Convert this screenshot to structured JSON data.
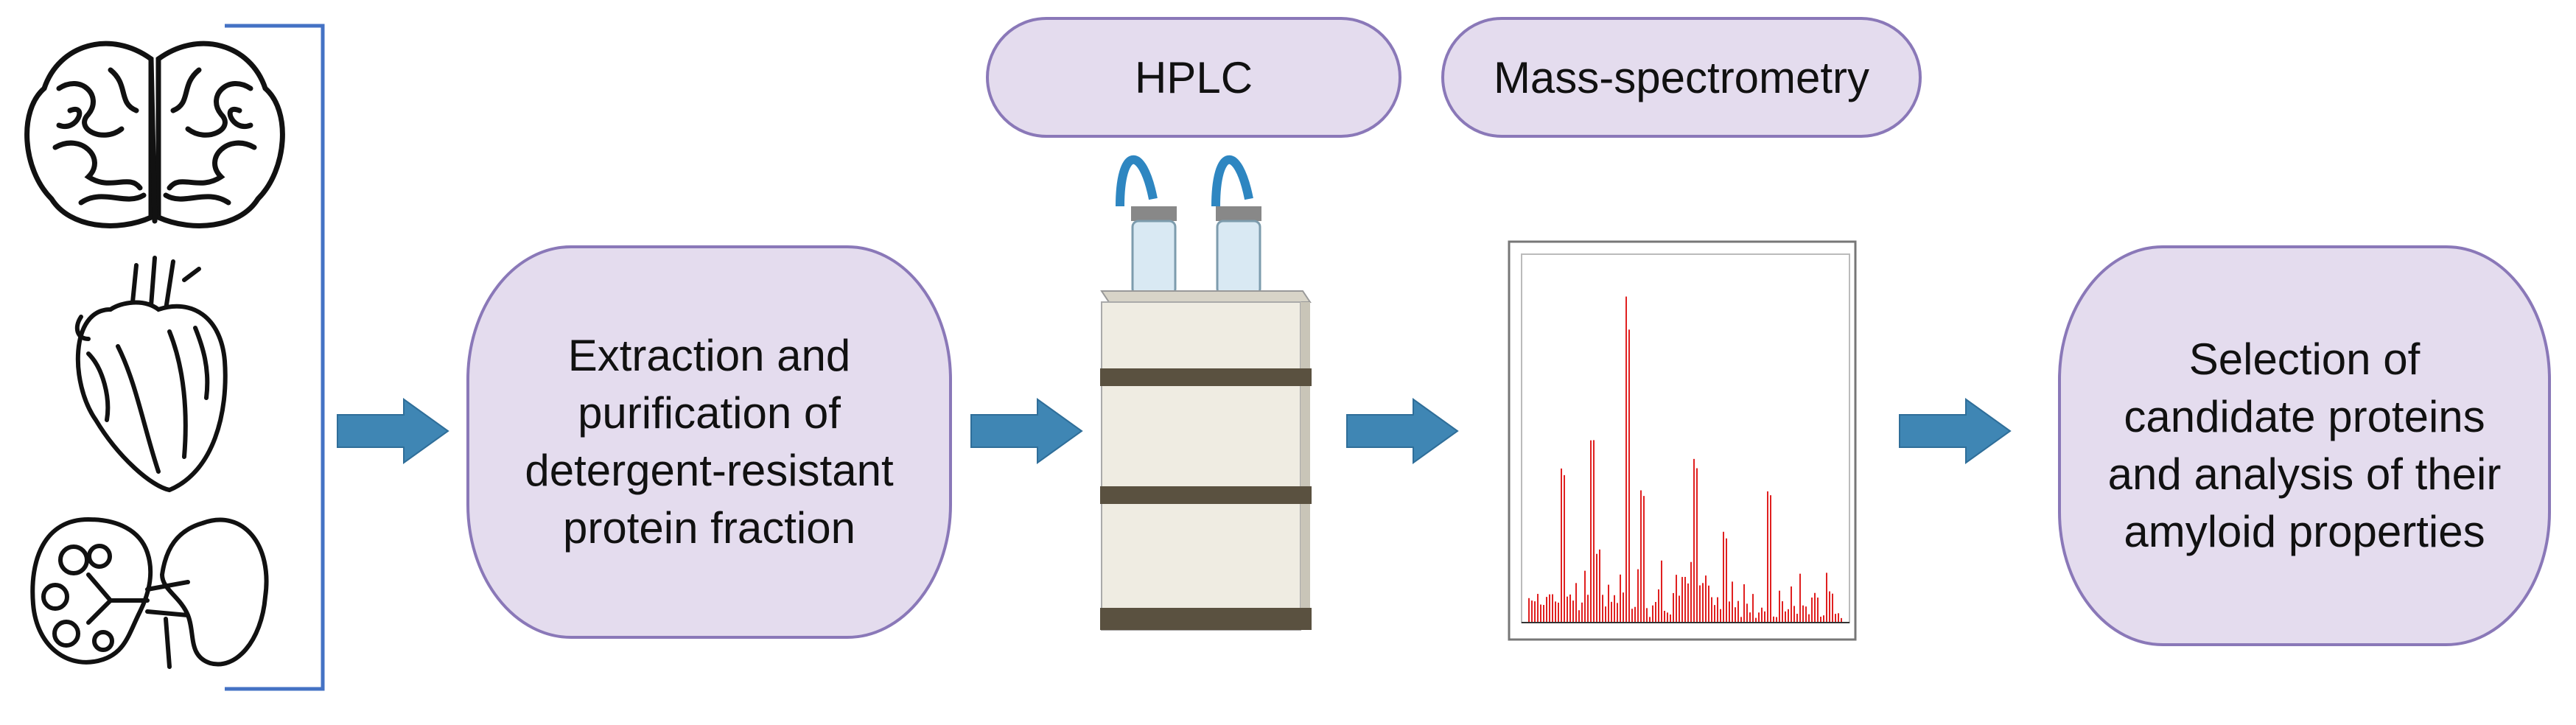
{
  "labels": {
    "hplc": "HPLC",
    "mass_spec": "Mass-spectrometry",
    "extraction": "Extraction and\npurification of\ndetergent-resistant\nprotein fraction",
    "selection": "Selection of\ncandidate proteins\nand analysis of their\namyloid properties"
  },
  "icons": [
    "brain-icon",
    "heart-icon",
    "kidney-icon",
    "hplc-apparatus-icon",
    "mass-spectrum-plot",
    "arrow-right-icon"
  ],
  "colors": {
    "box_fill": "#e4dcee",
    "box_stroke": "#8a78b8",
    "arrow_fill": "#3f86b4",
    "bracket": "#4472c4",
    "spectrum": "#e02020"
  }
}
